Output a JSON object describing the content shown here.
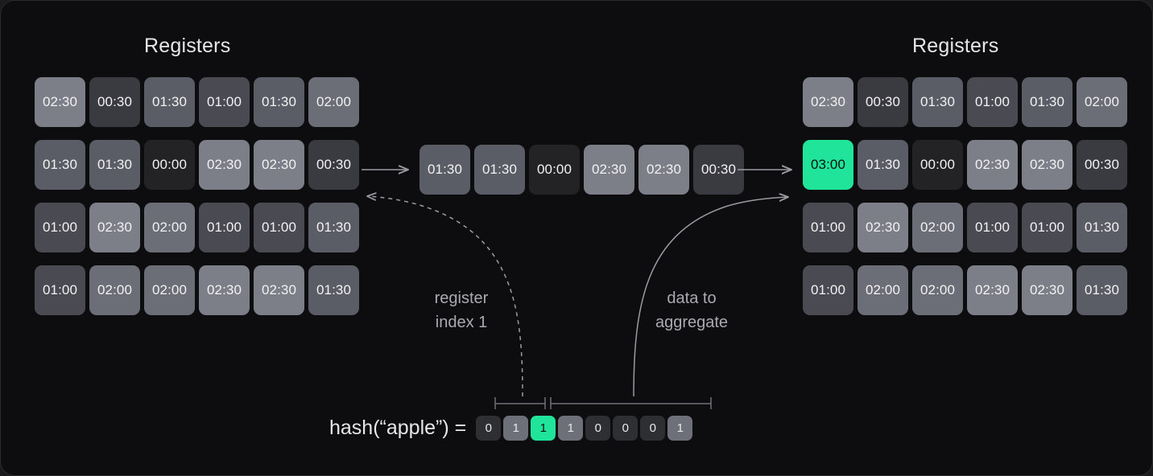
{
  "panels": {
    "left_title": "Registers",
    "right_title": "Registers"
  },
  "left_registers": {
    "rows": [
      [
        "02:30",
        "00:30",
        "01:30",
        "01:00",
        "01:30",
        "02:00"
      ],
      [
        "01:30",
        "01:30",
        "00:00",
        "02:30",
        "02:30",
        "00:30"
      ],
      [
        "01:00",
        "02:30",
        "02:00",
        "01:00",
        "01:00",
        "01:30"
      ],
      [
        "01:00",
        "02:00",
        "02:00",
        "02:30",
        "02:30",
        "01:30"
      ]
    ]
  },
  "right_registers": {
    "rows": [
      [
        "02:30",
        "00:30",
        "01:30",
        "01:00",
        "01:30",
        "02:00"
      ],
      [
        "03:00",
        "01:30",
        "00:00",
        "02:30",
        "02:30",
        "00:30"
      ],
      [
        "01:00",
        "02:30",
        "02:00",
        "01:00",
        "01:00",
        "01:30"
      ],
      [
        "01:00",
        "02:00",
        "02:00",
        "02:30",
        "02:30",
        "01:30"
      ]
    ],
    "highlight": {
      "row": 1,
      "col": 0,
      "value": "03:00"
    }
  },
  "middle_row": {
    "values": [
      "01:30",
      "01:30",
      "00:00",
      "02:30",
      "02:30",
      "00:30"
    ]
  },
  "captions": {
    "register_index": "register\nindex 1",
    "data_to_aggregate": "data to\naggregate"
  },
  "hash": {
    "label": "hash(“apple”) =",
    "bits": [
      "0",
      "1",
      "1",
      "1",
      "0",
      "0",
      "0",
      "1"
    ],
    "highlight_index": 2,
    "index_bits_span": [
      0,
      1
    ],
    "data_bits_span": [
      2,
      7
    ]
  },
  "colors": {
    "background": "#0d0d0f",
    "accent_green": "#1fe49a",
    "text_primary": "#e6e6e8",
    "text_muted": "#a9abb0",
    "arrow": "#9a9ca1"
  }
}
